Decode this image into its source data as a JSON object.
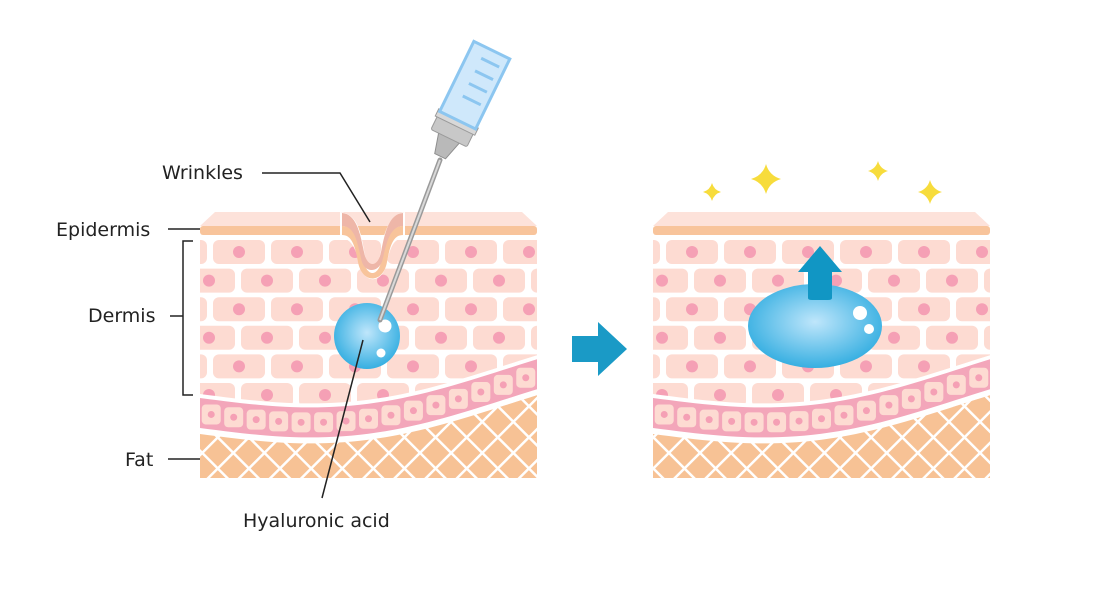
{
  "labels": {
    "wrinkles": "Wrinkles",
    "epidermis": "Epidermis",
    "dermis": "Dermis",
    "fat": "Fat",
    "hyaluronic_acid": "Hyaluronic acid"
  },
  "colors": {
    "skin_top": "#fde2da",
    "epidermis": "#f8c49b",
    "cell": "#fddbd2",
    "nucleus": "#f5a0b5",
    "basement": "#f3a6ba",
    "fat": "#f7c295",
    "acid": "#3fb4e6",
    "arrow": "#1a9ac6",
    "sparkle": "#f7dc3c"
  }
}
